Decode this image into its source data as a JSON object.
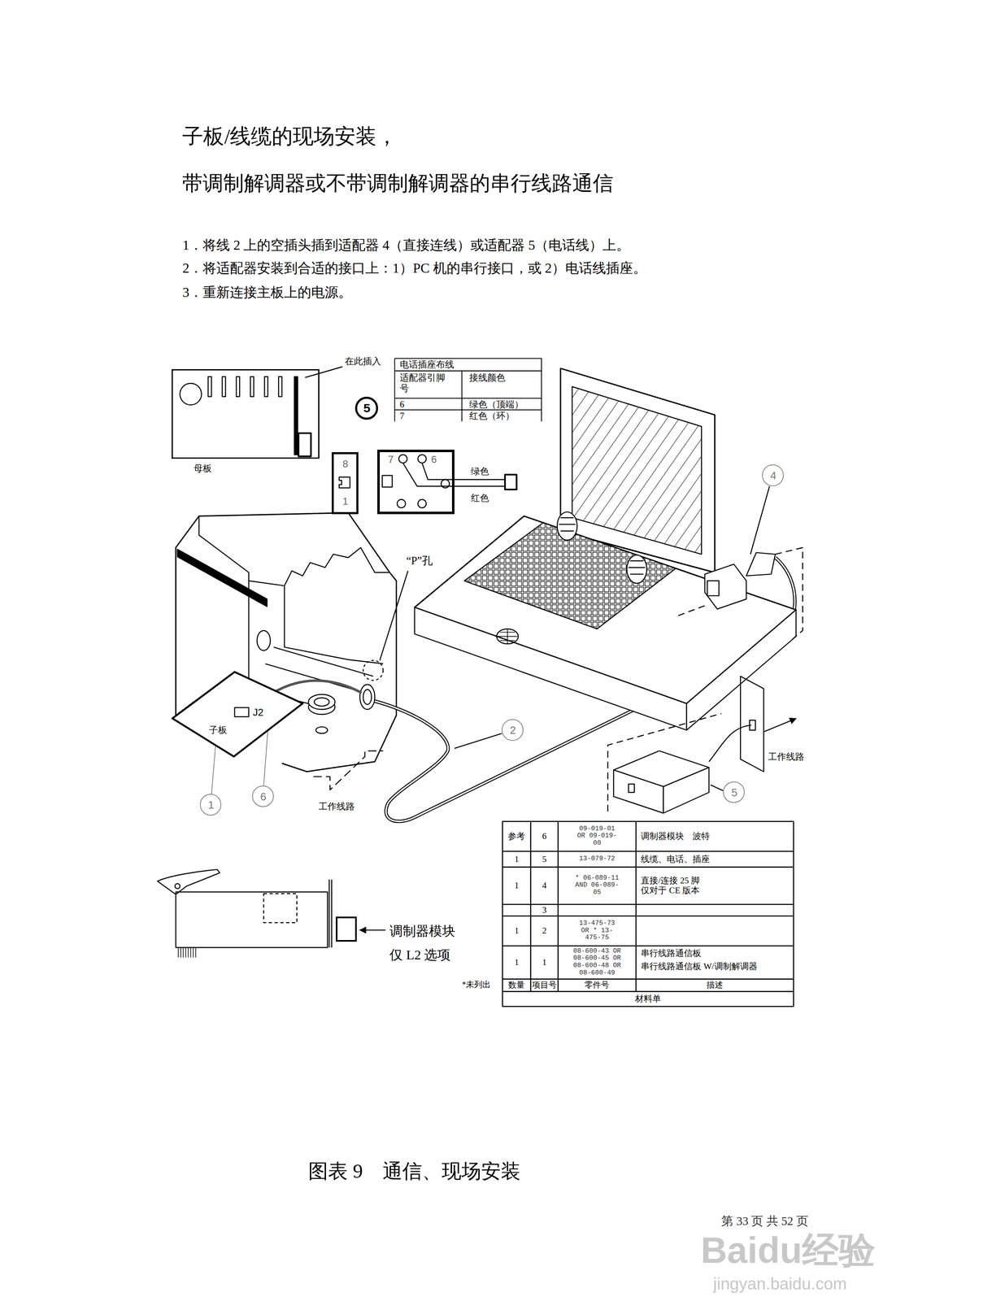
{
  "diagram": {
    "title": "子板/线缆的现场安装，",
    "caption": "图表 9　通信、现场安装",
    "nodes": [
      {
        "text": [
          "母板"
        ]
      },
      {
        "text": [
          "5"
        ]
      },
      {
        "text": [
          "8",
          "1"
        ]
      },
      {
        "text": [
          "7",
          "6"
        ]
      },
      {
        "text": [
          "子板",
          "J2"
        ]
      },
      {
        "text": [
          "1"
        ]
      },
      {
        "text": [
          "6"
        ]
      },
      {
        "text": [
          "2"
        ]
      },
      {
        "text": [
          "4"
        ]
      },
      {
        "text": [
          "5"
        ]
      },
      {
        "text": [
          "调制器模块 仅 L2 选项"
        ]
      }
    ],
    "edges": [
      {
        "from": 5,
        "to": 4,
        "arrow": "none"
      },
      {
        "from": 6,
        "to": 4,
        "arrow": "none"
      }
    ],
    "labels": [
      "带调制解调器或不带调制解调器的串行线路通信",
      "1．将线 2 上的空插头插到适配器 4（直接连线）或适配器 5（电话线）上。",
      "2．将适配器安装到合适的接口上：1）PC 机的串行接口，或 2）电话线插座。",
      "3．重新连接主板上的电源。",
      "在此插入",
      "电话插座布线",
      "适配器引脚号",
      "接线颜色",
      "6",
      "绿色（顶端）",
      "7",
      "红色（环）",
      "绿色",
      "红色",
      "“P”孔",
      "工作线路",
      "工作线路",
      "参考",
      "6",
      "09-019-01 OR 09-019-00",
      "调制器模块　波特",
      "1",
      "5",
      "13-079-72",
      "线缆、电话、插座",
      "1",
      "4",
      "* 06-089-11 AND 06-089-05",
      "直接/连接 25 脚 仅对于 CE 版本",
      "3",
      "1",
      "2",
      "13-475-73 OR * 13-475-75",
      "1",
      "1",
      "08-600-43 OR 08-600-45 OR 08-600-48 OR 08-600-49",
      "串行线路通信板",
      "串行线路通信板 W/调制解调器",
      "数量",
      "项目号",
      "零件号",
      "描述",
      "材料单",
      "*未列出",
      "Baidu经验",
      "jingyan.baidu.com",
      "第 33 页 共 52 页"
    ]
  }
}
